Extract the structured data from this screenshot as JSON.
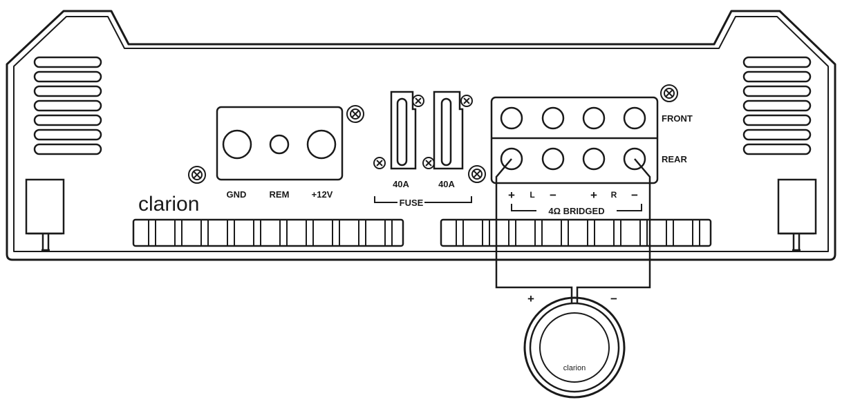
{
  "brand": {
    "logo_text": "clarion",
    "speaker_logo_text": "clarion"
  },
  "power_terminal": {
    "gnd_label": "GND",
    "rem_label": "REM",
    "plus12v_label": "+12V"
  },
  "fuses": {
    "fuse1_label": "40A",
    "fuse2_label": "40A",
    "group_label": "FUSE"
  },
  "speaker_terminal": {
    "front_label": "FRONT",
    "rear_label": "REAR",
    "l_plus": "+",
    "l_label": "L",
    "l_minus": "−",
    "r_plus": "+",
    "r_label": "R",
    "r_minus": "−",
    "bridged_label": "4Ω BRIDGED"
  },
  "speaker": {
    "plus_label": "+",
    "minus_label": "−"
  },
  "colors": {
    "line": "#1a1a1a",
    "background": "#ffffff"
  }
}
